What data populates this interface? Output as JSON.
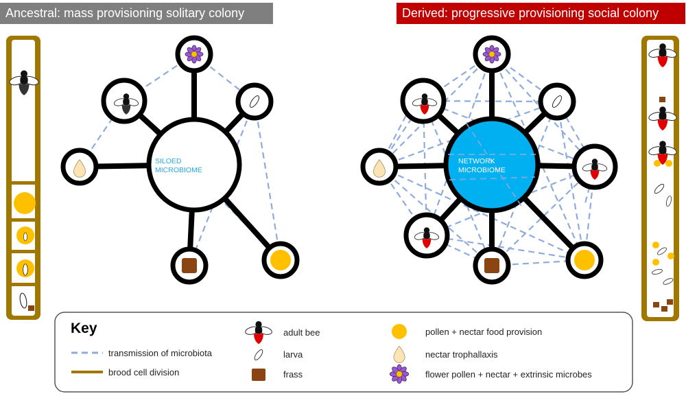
{
  "banners": {
    "left": "Ancestral: mass provisioning solitary colony",
    "right": "Derived: progressive provisioning social colony"
  },
  "hubs": {
    "left": [
      "SILOED",
      "MICROBIOME"
    ],
    "right": [
      "NETWORK",
      "MICROBIOME"
    ]
  },
  "key": {
    "title": "Key",
    "transmission": "transmission of microbiota",
    "brood": "brood cell division",
    "adult": "adult bee",
    "larva": "larva",
    "frass": "frass",
    "pollen": "pollen + nectar food provision",
    "nectar": "nectar trophallaxis",
    "flower": "flower pollen + nectar + extrinsic microbes"
  },
  "colors": {
    "ancestral_banner": "#7f7f7f",
    "derived_banner": "#c00000",
    "network_hub": "#00b0f0",
    "hub_text": "#29a9e0",
    "transmission": "#8faadc",
    "brood_division": "#a07800",
    "pollen": "#ffc000",
    "nectar": "#fbe5b6",
    "frass": "#8b4513",
    "flower": "#9b59d0",
    "bee_body": "#e00000"
  }
}
